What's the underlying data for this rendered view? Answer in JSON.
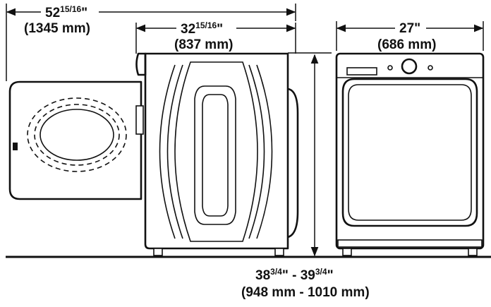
{
  "dimensions": {
    "depth_door_open": {
      "whole": "52",
      "fraction": "15/16",
      "inch_mark": "\"",
      "metric": "(1345 mm)"
    },
    "depth": {
      "whole": "32",
      "fraction": "15/16",
      "inch_mark": "\"",
      "metric": "(837 mm)"
    },
    "width": {
      "imperial": "27\"",
      "metric": "(686 mm)"
    },
    "height": {
      "min_whole": "38",
      "min_fraction": "3/4",
      "separator": "\" - ",
      "max_whole": "39",
      "max_fraction": "3/4",
      "inch_mark": "\"",
      "metric": "(948 mm - 1010 mm)"
    }
  },
  "colors": {
    "line": "#111111",
    "background": "#ffffff"
  }
}
